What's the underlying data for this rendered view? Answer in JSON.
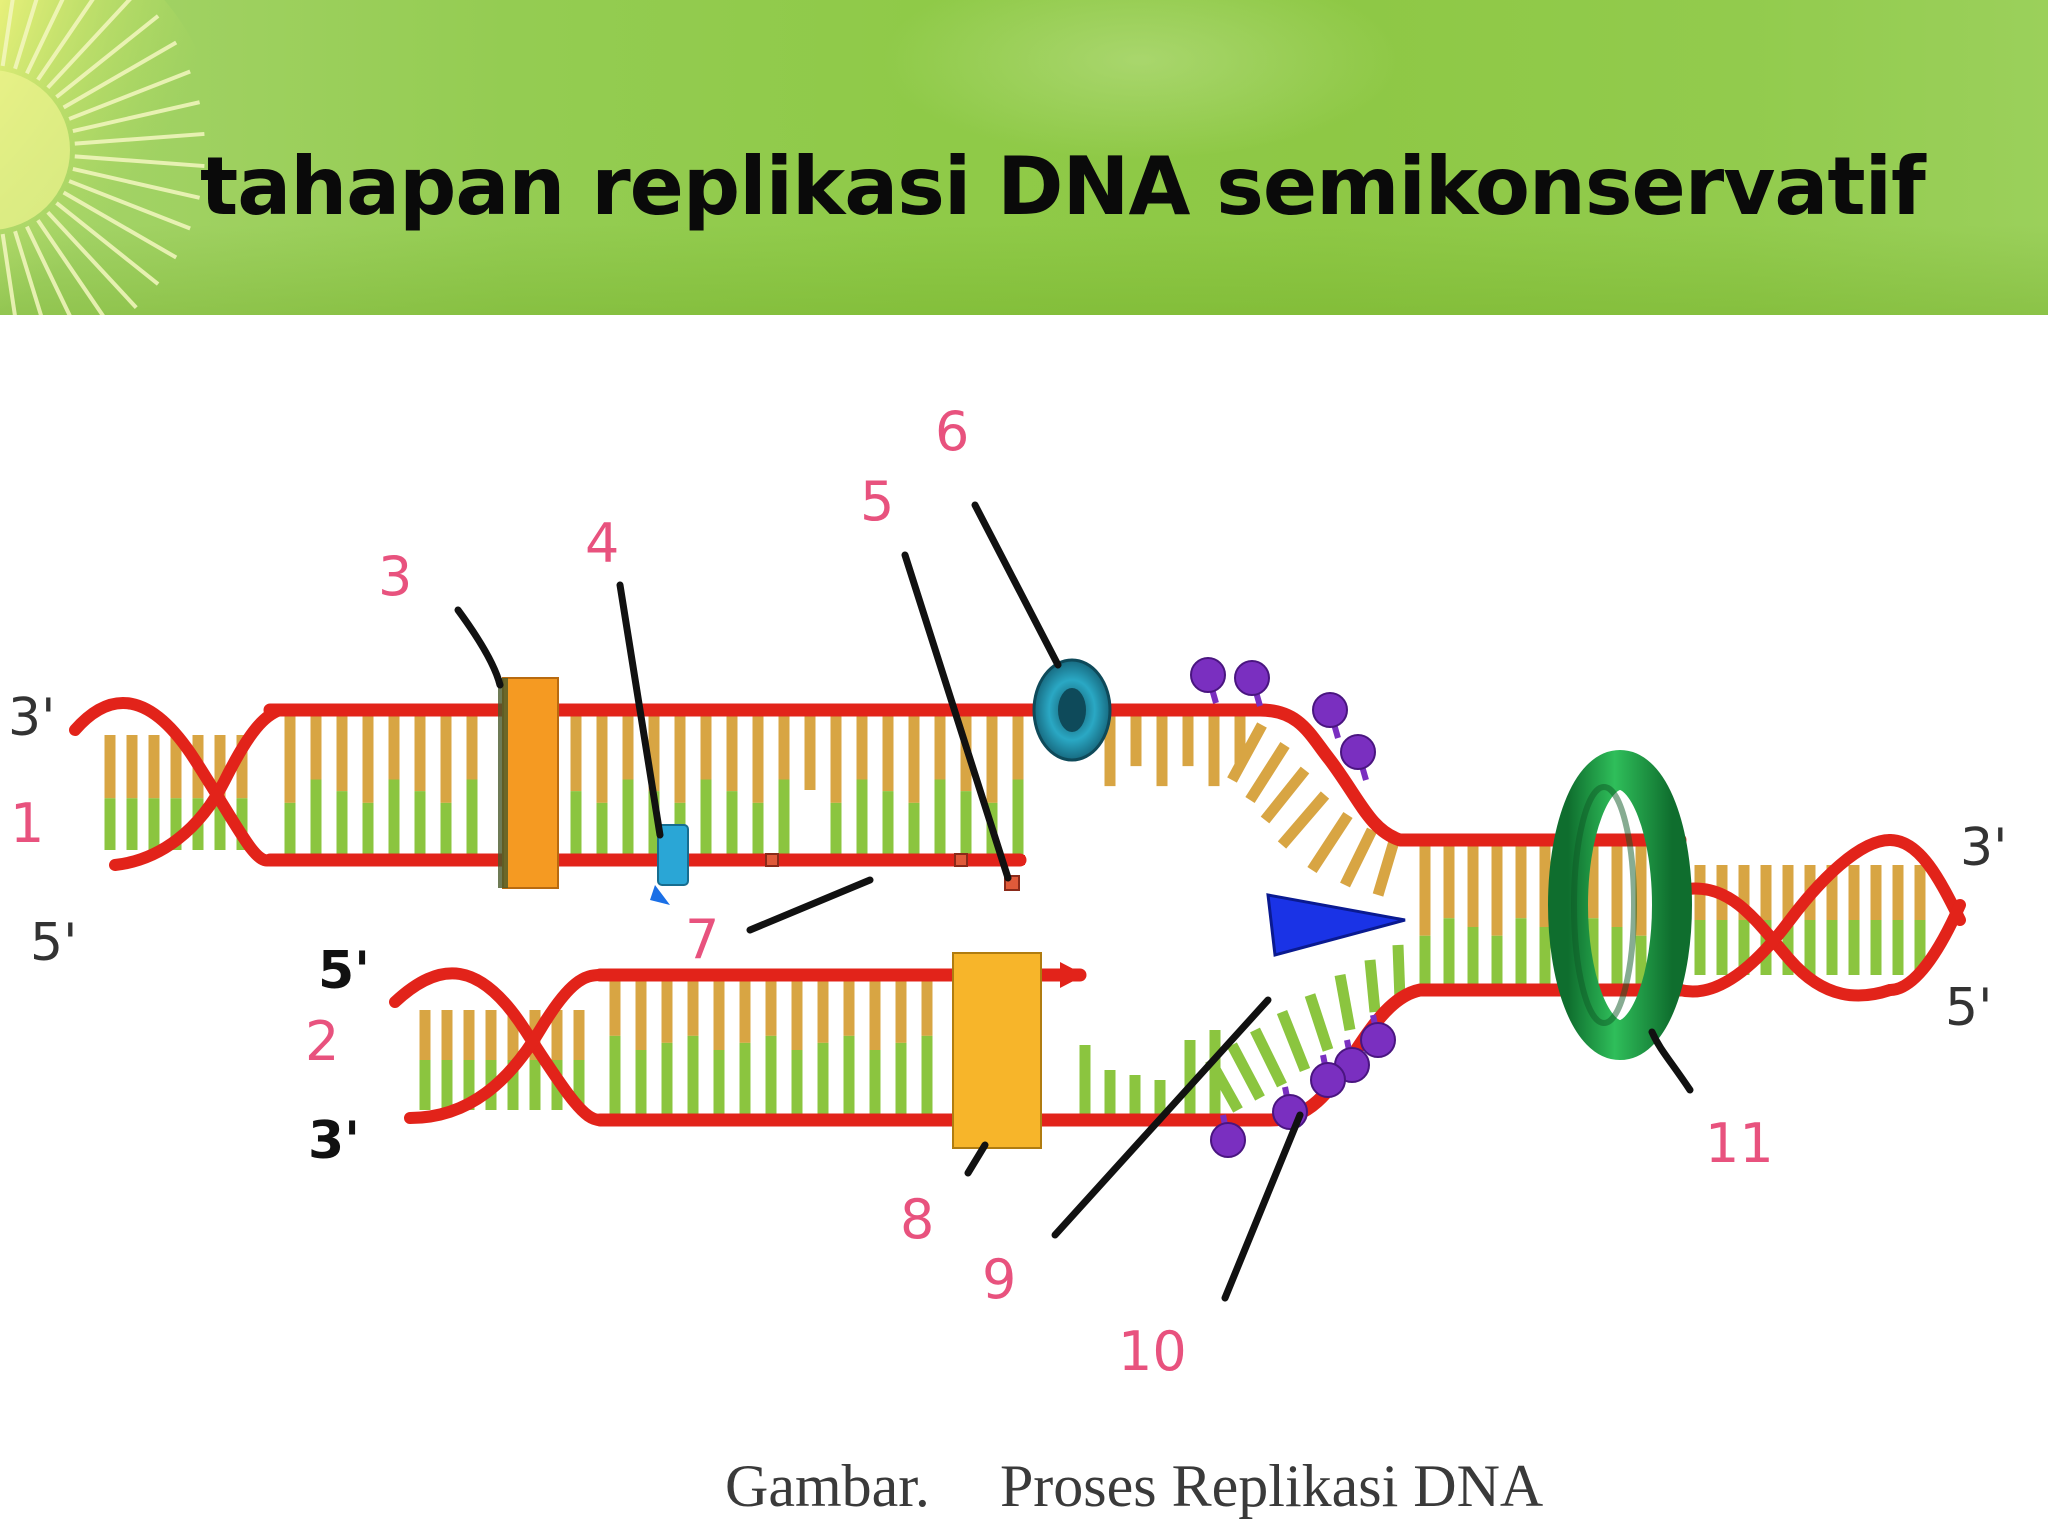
{
  "slide": {
    "title": "tahapan replikasi DNA semikonservatif"
  },
  "diagram": {
    "numbers": {
      "n1": "1",
      "n2": "2",
      "n3": "3",
      "n4": "4",
      "n5": "5",
      "n6": "6",
      "n7": "7",
      "n8": "8",
      "n9": "9",
      "n10": "10",
      "n11": "11"
    },
    "ends": {
      "top_left": "3'",
      "left_mid": "5'",
      "lower_left_top": "5'",
      "lower_left_bottom": "3'",
      "right_top": "3'",
      "right_bottom": "5'"
    },
    "caption": {
      "prefix": "Gambar.",
      "text": "Proses Replikasi DNA"
    }
  },
  "colors": {
    "backbone": "#e2231a",
    "rung_green": "#8bc53f",
    "rung_tan": "#d8a543",
    "label_pink": "#e8527e",
    "helicase": "#1d9a4a",
    "primase": "#1a33e6",
    "ssb": "#7a2fc0",
    "topoisomerase": "#1d7f98",
    "polymerase_top": "#f59a22",
    "polymerase_bottom": "#f7b52a",
    "ligase": "#2aa6d6"
  }
}
